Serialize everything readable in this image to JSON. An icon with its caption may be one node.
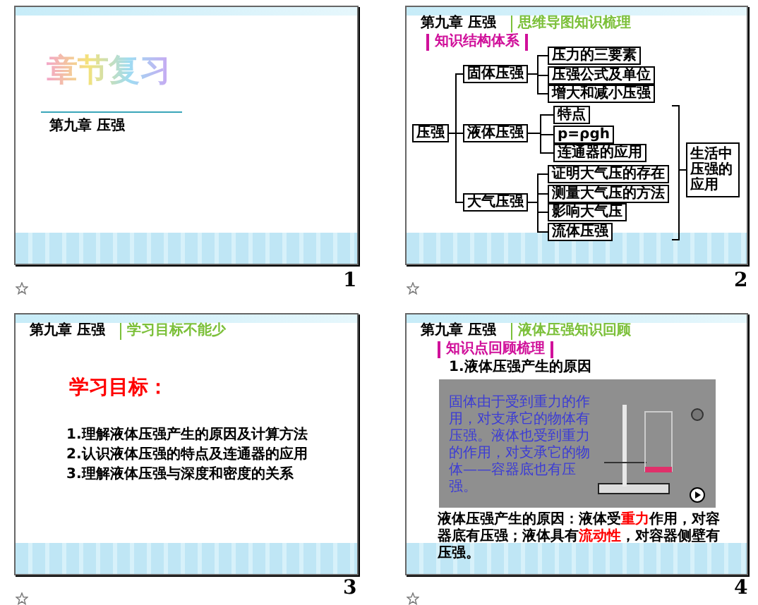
{
  "diagram": {
    "nodes": [
      {
        "text": [
          "压强"
        ]
      },
      {
        "text": [
          "固体压强"
        ]
      },
      {
        "text": [
          "液体压强"
        ]
      },
      {
        "text": [
          "大气压强"
        ]
      },
      {
        "text": [
          "压力的三要素"
        ]
      },
      {
        "text": [
          "压强公式及单位"
        ]
      },
      {
        "text": [
          "增大和减小压强"
        ]
      },
      {
        "text": [
          "特点"
        ]
      },
      {
        "text": [
          "p=ρgh"
        ]
      },
      {
        "text": [
          "连通器的应用"
        ]
      },
      {
        "text": [
          "证明大气压的存在"
        ]
      },
      {
        "text": [
          "测量大气压的方法"
        ]
      },
      {
        "text": [
          "影响大气压"
        ]
      },
      {
        "text": [
          "流体压强"
        ]
      },
      {
        "text": [
          "生活中压强的应用"
        ]
      }
    ],
    "edges": [
      {
        "from": 0,
        "to": 1,
        "arrow": "none"
      },
      {
        "from": 0,
        "to": 2,
        "arrow": "none"
      },
      {
        "from": 0,
        "to": 3,
        "arrow": "none"
      },
      {
        "from": 1,
        "to": 4,
        "arrow": "none"
      },
      {
        "from": 1,
        "to": 5,
        "arrow": "none"
      },
      {
        "from": 1,
        "to": 6,
        "arrow": "none"
      },
      {
        "from": 2,
        "to": 7,
        "arrow": "none"
      },
      {
        "from": 2,
        "to": 8,
        "arrow": "none"
      },
      {
        "from": 2,
        "to": 9,
        "arrow": "none"
      },
      {
        "from": 3,
        "to": 10,
        "arrow": "none"
      },
      {
        "from": 3,
        "to": 11,
        "arrow": "none"
      },
      {
        "from": 3,
        "to": 12,
        "arrow": "none"
      },
      {
        "from": 3,
        "to": 13,
        "arrow": "none"
      }
    ],
    "labels": [
      "章节复习",
      "第九章 压强",
      "1",
      "第九章 压强",
      "思维导图知识梳理",
      "知识结构体系",
      "2",
      "第九章 压强",
      "学习目标不能少",
      "学习目标：",
      "1.理解液体压强产生的原因及计算方法",
      "2.认识液体压强的特点及连通器的应用",
      "3.理解液体压强与深度和密度的关系",
      "3",
      "第九章 压强",
      "液体压强知识回顾",
      "知识点回顾梳理",
      "1.液体压强产生的原因",
      "固体由于受到重力的作用，对支承它的物体有压强。液体也受到重力的作用，对支承它的物体——容器底也有压强。",
      "液体压强产生的原因：液体受**重力**作用，对容器底有压强；液体具有**流动性**，对容器侧壁有压强。",
      "4"
    ]
  }
}
